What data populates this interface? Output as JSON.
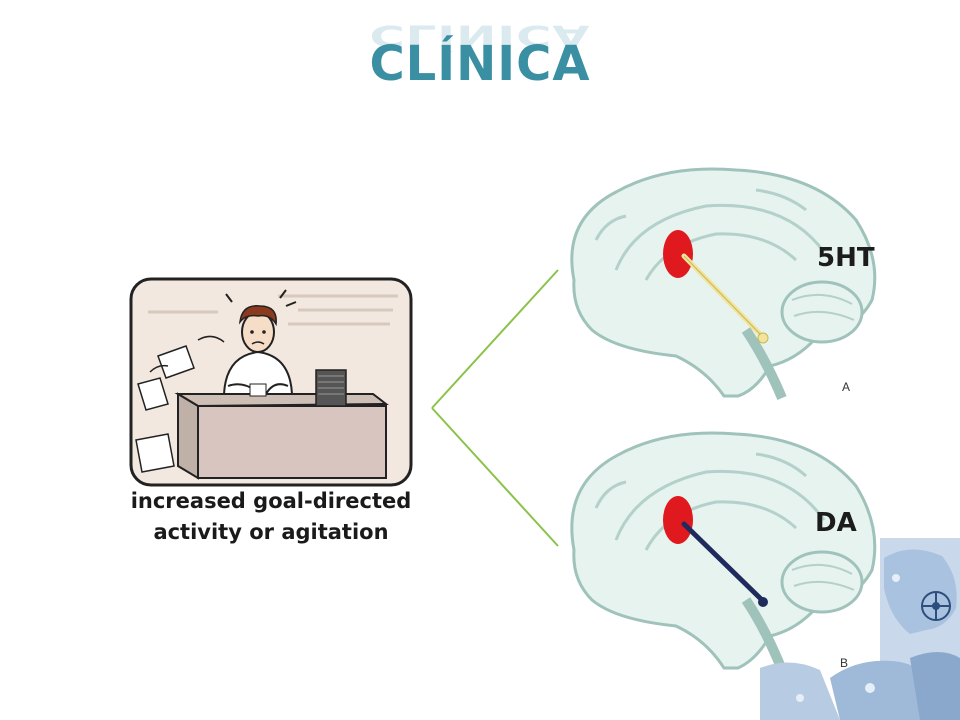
{
  "slide": {
    "title": "CLÍNICA",
    "caption_line1": "increased goal-directed",
    "caption_line2": "activity or agitation"
  },
  "brains": {
    "panel_a": {
      "label": "5HT",
      "letter": "A"
    },
    "panel_b": {
      "label": "DA",
      "letter": "B"
    }
  },
  "colors": {
    "title": "#3a8fa3",
    "connector": "#8bc34a",
    "brain_fill": "#e6f3ef",
    "brain_outline": "#9fc2ba",
    "nucleus": "#e0191e",
    "serotonin_path": "#f2e49a",
    "dopamine_path": "#1f2b5c"
  }
}
